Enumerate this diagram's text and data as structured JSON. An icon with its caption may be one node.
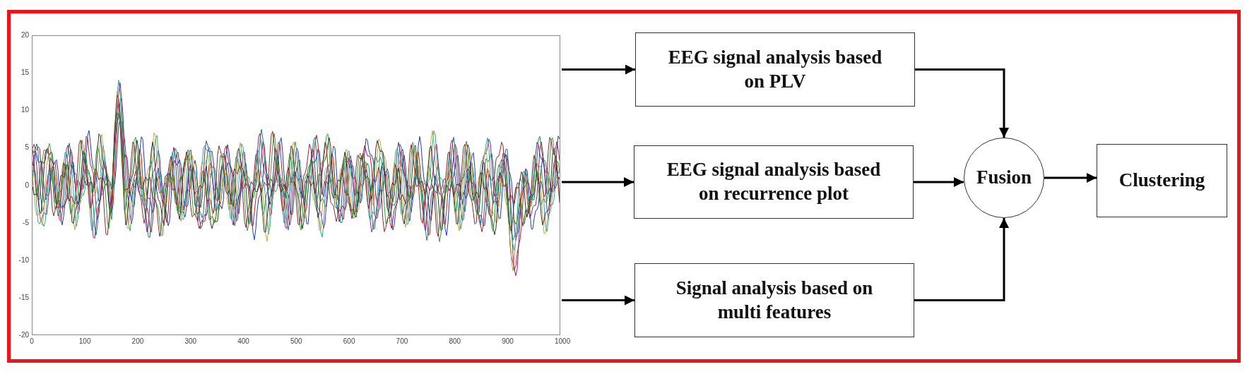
{
  "diagram": {
    "nodes": [
      {
        "text": [],
        "shape": "picture"
      },
      {
        "text": [
          "EEG signal analysis based on PLV"
        ]
      },
      {
        "text": [
          "EEG signal analysis based on recurrence plot"
        ]
      },
      {
        "text": [
          "Signal analysis based on multi features"
        ]
      },
      {
        "text": [
          "Fusion"
        ]
      },
      {
        "text": [
          "Clustering"
        ]
      }
    ],
    "edges": [
      {
        "from": 0,
        "to": 1,
        "arrow": "to"
      },
      {
        "from": 0,
        "to": 2,
        "arrow": "to"
      },
      {
        "from": 0,
        "to": 3,
        "arrow": "to"
      },
      {
        "from": 1,
        "to": 4,
        "arrow": "to"
      },
      {
        "from": 2,
        "to": 4,
        "arrow": "to"
      },
      {
        "from": 3,
        "to": 4,
        "arrow": "to"
      },
      {
        "from": 4,
        "to": 5,
        "arrow": "to"
      }
    ],
    "labels": [
      "20",
      "15",
      "10",
      "5",
      "0",
      "-5",
      "-10",
      "-15",
      "-20",
      "0",
      "100",
      "200",
      "300",
      "400",
      "500",
      "600",
      "700",
      "800",
      "900",
      "1000"
    ]
  }
}
